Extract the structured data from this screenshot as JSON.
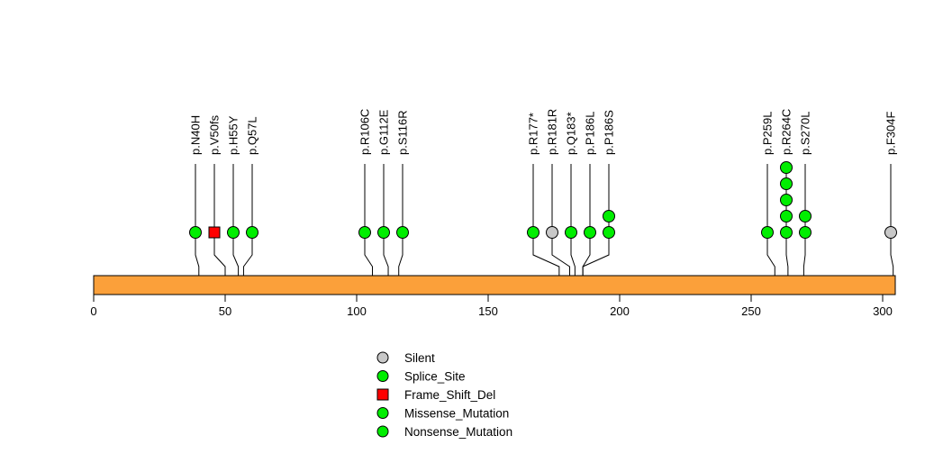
{
  "chart_data": {
    "type": "lollipop",
    "title": "",
    "xlabel": "",
    "ylabel": "",
    "protein_length": 305,
    "xlim": [
      0,
      305
    ],
    "x_ticks": [
      0,
      50,
      100,
      150,
      200,
      250,
      300
    ],
    "x_tick_labels": [
      "0",
      "50",
      "100",
      "150",
      "200",
      "250",
      "300"
    ],
    "grid": false,
    "domain_bar_color": "#fba03a",
    "mutations": [
      {
        "label": "p.N40H",
        "position": 40,
        "label_slot": 1,
        "count": 1,
        "type": "Missense_Mutation"
      },
      {
        "label": "p.V50fs",
        "position": 50,
        "label_slot": 2,
        "count": 1,
        "type": "Frame_Shift_Del"
      },
      {
        "label": "p.H55Y",
        "position": 55,
        "label_slot": 3,
        "count": 1,
        "type": "Missense_Mutation"
      },
      {
        "label": "p.Q57L",
        "position": 57,
        "label_slot": 4,
        "count": 1,
        "type": "Missense_Mutation"
      },
      {
        "label": "p.R106C",
        "position": 106,
        "label_slot": 5,
        "count": 1,
        "type": "Missense_Mutation"
      },
      {
        "label": "p.G112E",
        "position": 112,
        "label_slot": 6,
        "count": 1,
        "type": "Missense_Mutation"
      },
      {
        "label": "p.S116R",
        "position": 116,
        "label_slot": 7,
        "count": 1,
        "type": "Missense_Mutation"
      },
      {
        "label": "p.R177*",
        "position": 177,
        "label_slot": 8,
        "count": 1,
        "type": "Nonsense_Mutation"
      },
      {
        "label": "p.R181R",
        "position": 181,
        "label_slot": 9,
        "count": 1,
        "type": "Silent"
      },
      {
        "label": "p.Q183*",
        "position": 183,
        "label_slot": 10,
        "count": 1,
        "type": "Nonsense_Mutation"
      },
      {
        "label": "p.P186L",
        "position": 186,
        "label_slot": 11,
        "count": 1,
        "type": "Missense_Mutation"
      },
      {
        "label": "p.P186S",
        "position": 186,
        "label_slot": 12,
        "count": 2,
        "type": "Missense_Mutation"
      },
      {
        "label": "p.P259L",
        "position": 259,
        "label_slot": 13,
        "count": 1,
        "type": "Missense_Mutation"
      },
      {
        "label": "p.R264C",
        "position": 264,
        "label_slot": 14,
        "count": 5,
        "type": "Missense_Mutation"
      },
      {
        "label": "p.S270L",
        "position": 270,
        "label_slot": 15,
        "count": 2,
        "type": "Missense_Mutation"
      },
      {
        "label": "p.F304F",
        "position": 304,
        "label_slot": 16,
        "count": 1,
        "type": "Silent"
      }
    ],
    "legend": {
      "placement": "bottom-center",
      "entries": [
        {
          "label": "Silent",
          "shape": "circle",
          "color": "#c8c8c8"
        },
        {
          "label": "Splice_Site",
          "shape": "circle",
          "color": "#00ee00"
        },
        {
          "label": "Frame_Shift_Del",
          "shape": "square",
          "color": "#ff0000"
        },
        {
          "label": "Missense_Mutation",
          "shape": "circle",
          "color": "#00ee00"
        },
        {
          "label": "Nonsense_Mutation",
          "shape": "circle",
          "color": "#00ee00"
        }
      ]
    },
    "type_colors": {
      "Silent": "#c8c8c8",
      "Splice_Site": "#00ee00",
      "Frame_Shift_Del": "#ff0000",
      "Missense_Mutation": "#00ee00",
      "Nonsense_Mutation": "#00ee00"
    }
  }
}
